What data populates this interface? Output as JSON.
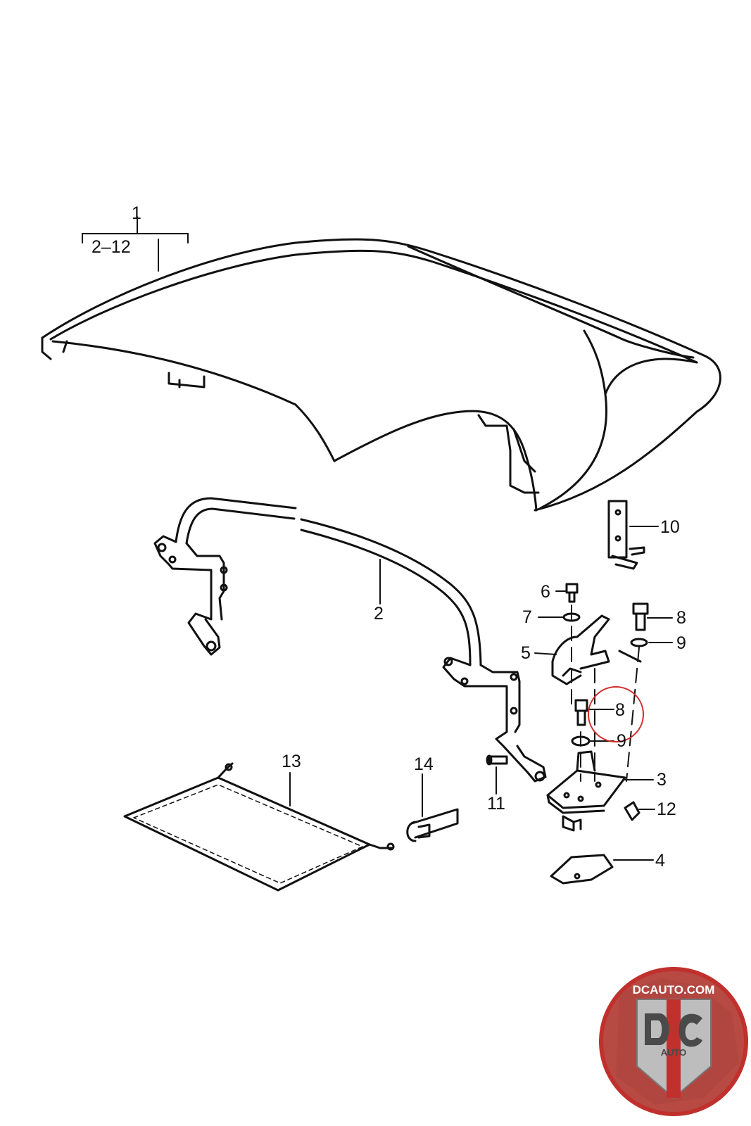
{
  "diagram": {
    "callouts": {
      "c1": "1",
      "c2_12": "2–12",
      "c2": "2",
      "c3": "3",
      "c4": "4",
      "c5": "5",
      "c6": "6",
      "c7": "7",
      "c8a": "8",
      "c9a": "9",
      "c8b": "8",
      "c9b": "9",
      "c10": "10",
      "c11": "11",
      "c12": "12",
      "c13": "13",
      "c14": "14"
    },
    "highlight_color": "#d22b2b",
    "line_color": "#111111"
  },
  "logo": {
    "site": "DCAUTO.COM",
    "letters": "DC",
    "sub": "AUTO",
    "colors": {
      "red": "#c0302c",
      "silver": "#b9b9b9",
      "dark": "#4a4a4a"
    }
  }
}
